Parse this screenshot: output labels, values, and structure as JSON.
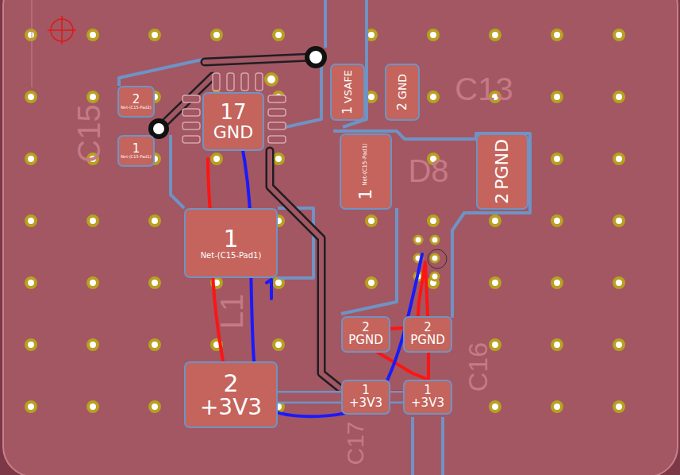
{
  "diagram": {
    "nodes": [
      {
        "text": [
          "2",
          "Net-(C15-Pad2)"
        ]
      },
      {
        "text": [
          "1",
          "Net-(C15-Pad1)"
        ]
      },
      {
        "text": [
          "17",
          "GND"
        ]
      },
      {
        "text": [
          "1",
          "VSAFE"
        ]
      },
      {
        "text": [
          "2",
          "GND"
        ]
      },
      {
        "text": [
          "1",
          "Net-(C15-Pad1)"
        ]
      },
      {
        "text": [
          "2",
          "PGND"
        ]
      },
      {
        "text": [
          "1",
          "Net-(C15-Pad1)"
        ]
      },
      {
        "text": [
          "2",
          "PGND"
        ]
      },
      {
        "text": [
          "2",
          "PGND"
        ]
      },
      {
        "text": [
          "2",
          "+3V3"
        ]
      },
      {
        "text": [
          "1",
          "+3V3"
        ]
      },
      {
        "text": [
          "1",
          "+3V3"
        ]
      }
    ],
    "edges": [
      {
        "from": 10,
        "to": 11,
        "arrow": "none"
      },
      {
        "from": 11,
        "to": 12,
        "arrow": "none"
      }
    ],
    "labels": [
      "C15",
      "C13",
      "D8",
      "L1",
      "C16",
      "C17"
    ]
  }
}
